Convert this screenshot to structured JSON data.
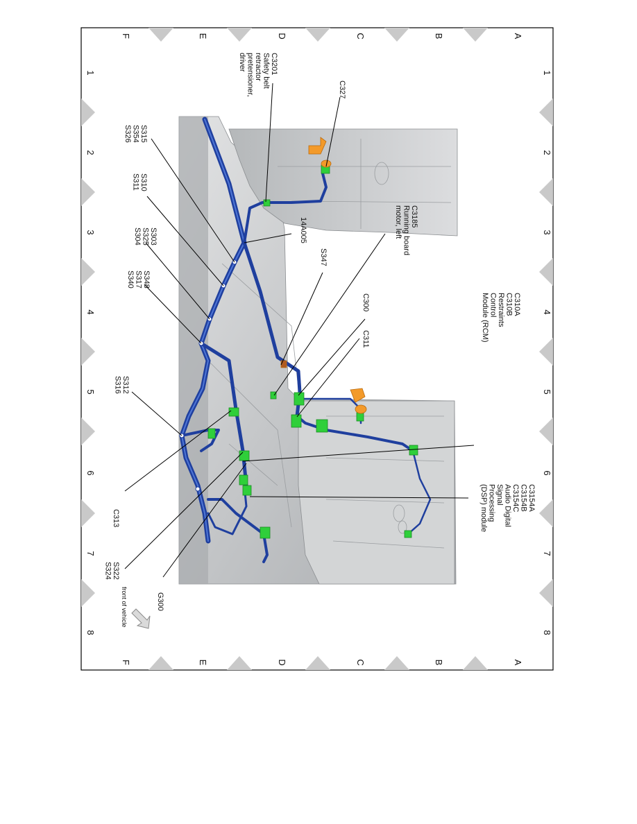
{
  "diagram": {
    "grid": {
      "columns": [
        "1",
        "2",
        "3",
        "4",
        "5",
        "6",
        "7",
        "8"
      ],
      "rows": [
        "A",
        "B",
        "C",
        "D",
        "E",
        "F"
      ]
    },
    "callouts": [
      {
        "id": "c3201",
        "lines": [
          "C3201",
          "Safety belt",
          "retractor",
          "pretensioner,",
          "driver"
        ]
      },
      {
        "id": "c327",
        "lines": [
          "C327"
        ]
      },
      {
        "id": "s315",
        "lines": [
          "S315",
          "S354",
          "S326"
        ]
      },
      {
        "id": "s310",
        "lines": [
          "S310",
          "S311"
        ]
      },
      {
        "id": "s303",
        "lines": [
          "S303",
          "S325",
          "S304"
        ]
      },
      {
        "id": "s348",
        "lines": [
          "S348",
          "S317",
          "S340"
        ]
      },
      {
        "id": "s312",
        "lines": [
          "S312",
          "S316"
        ]
      },
      {
        "id": "14a005",
        "lines": [
          "14A005"
        ]
      },
      {
        "id": "c3185",
        "lines": [
          "C3185",
          "Running board",
          "motor, left"
        ]
      },
      {
        "id": "s347",
        "lines": [
          "S347"
        ]
      },
      {
        "id": "c300",
        "lines": [
          "C300"
        ]
      },
      {
        "id": "c311",
        "lines": [
          "C311"
        ]
      },
      {
        "id": "c310a",
        "lines": [
          "C310A",
          "C310B",
          "Restraints",
          "Control",
          "Module (RCM)"
        ]
      },
      {
        "id": "c3154a",
        "lines": [
          "C3154A",
          "C3154B",
          "C3154C",
          "Audio Digital",
          "Signal",
          "Processing",
          "(DSP) module"
        ]
      },
      {
        "id": "c313",
        "lines": [
          "C313"
        ]
      },
      {
        "id": "s322",
        "lines": [
          "S322",
          "S324"
        ]
      },
      {
        "id": "g300",
        "lines": [
          "G300"
        ]
      }
    ],
    "front_of_vehicle_label": "front of vehicle",
    "colors": {
      "harness": "#1f3f9e",
      "harness_highlight": "#4f76d6",
      "connector": "#2fcf3a",
      "orange_connector": "#f39a2a",
      "body_panel": "#c9cbcd",
      "border": "#000000",
      "triangle": "#c7c7c7"
    }
  }
}
